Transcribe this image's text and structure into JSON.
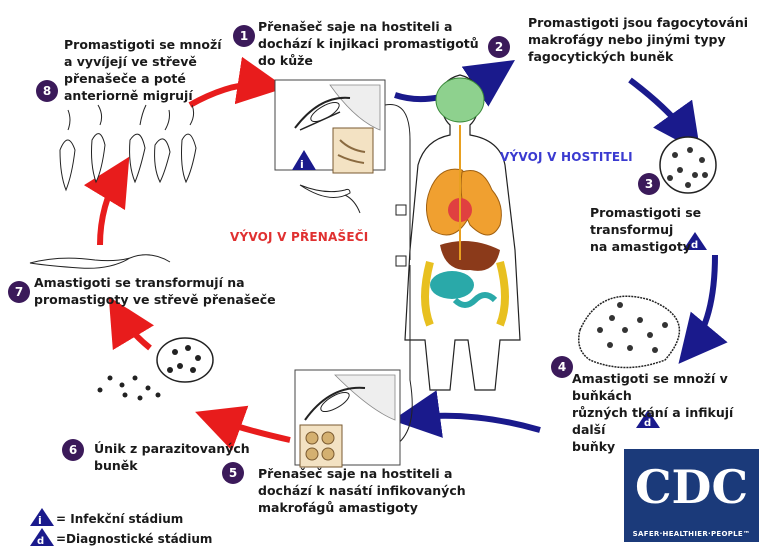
{
  "steps": [
    {
      "num": "1",
      "lines": [
        "Přenašeč saje na hostiteli a",
        "dochází k injikaci promastigotů",
        "do kůže"
      ]
    },
    {
      "num": "2",
      "lines": [
        "Promastigoti jsou fagocytováni",
        "makrofágy nebo jinými typy",
        "fagocytických buněk"
      ]
    },
    {
      "num": "3",
      "lines": [
        "Promastigoti se transformuj",
        "na amastigoty"
      ]
    },
    {
      "num": "4",
      "lines": [
        "Amastigoti se množí v buňkách",
        "různých tkání a infikují další",
        "buňky"
      ]
    },
    {
      "num": "5",
      "lines": [
        "Přenašeč saje na hostiteli a",
        "dochází k nasátí infikovaných",
        "makrofágů amastigoty"
      ]
    },
    {
      "num": "6",
      "lines": [
        "Únik z parazitovaných",
        "buněk"
      ]
    },
    {
      "num": "7",
      "lines": [
        "Amastigoti se transformují na",
        "promastigoty ve střevě přenašeče"
      ]
    },
    {
      "num": "8",
      "lines": [
        "Promastigoti se množí",
        "a vyvíjejí ve střevě",
        "přenašeče a poté",
        "anteriorně migrují"
      ]
    }
  ],
  "labels": {
    "host": "VÝVOJ V HOSTITELI",
    "vector": "VÝVOJ V PŘENAŠEČI"
  },
  "legend": {
    "infective_symbol": "i",
    "infective_text": "= Infekční stádium",
    "diagnostic_symbol": "d",
    "diagnostic_text": "=Diagnostické stádium"
  },
  "logo": {
    "main": "CDC",
    "tagline": "SAFER·HEALTHIER·PEOPLE™"
  },
  "colors": {
    "host_arrow": "#1a1a8c",
    "vector_arrow": "#e81c1c",
    "host_label": "#3a3ad0",
    "vector_label": "#e03030",
    "step_badge": "#3b1a5a",
    "cdc_blue": "#1b3a7a"
  }
}
